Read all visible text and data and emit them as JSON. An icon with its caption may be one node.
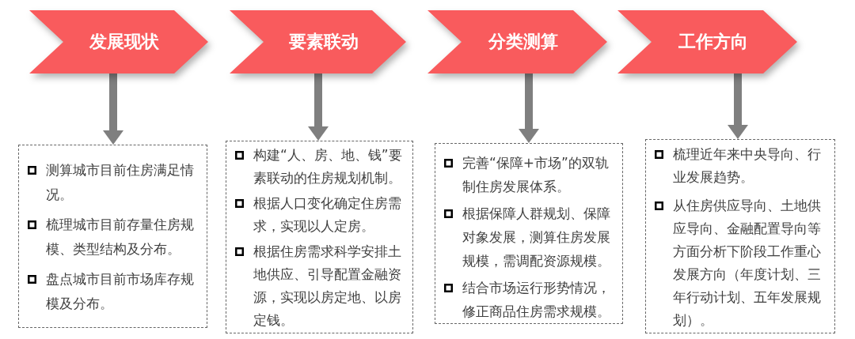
{
  "diagram": {
    "nodes": [
      {
        "text": [
          "发展现状"
        ]
      },
      {
        "text": [
          "要素联动"
        ]
      },
      {
        "text": [
          "分类测算"
        ]
      },
      {
        "text": [
          "工作方向"
        ]
      },
      {
        "text": [
          "测算城市目前住房满足情况。",
          "梳理城市目前存量住房规模、类型结构及分布。",
          "盘点城市目前市场库存规模及分布。"
        ]
      },
      {
        "text": [
          "构建“人、房、地、钱”要素联动的住房规划机制。",
          "根据人口变化确定住房需求，实现以人定房。",
          "根据住房需求科学安排土地供应、引导配置金融资源，实现以房定地、以房定钱。"
        ]
      },
      {
        "text": [
          "完善“保障+市场”的双轨制住房发展体系。",
          "根据保障人群规划、保障对象发展，测算住房发展规模，需调配资源规模。",
          "结合市场运行形势情况，修正商品住房需求规模。"
        ]
      },
      {
        "text": [
          "梳理近年来中央导向、行业发展趋势。",
          "从住房供应导向、土地供应导向、金融配置导向等方面分析下阶段工作重心发展方向（年度计划、三年行动计划、五年发展规划）。"
        ]
      }
    ],
    "edges": [
      {
        "from": 0,
        "to": 4,
        "arrow": "to"
      },
      {
        "from": 1,
        "to": 5,
        "arrow": "to"
      },
      {
        "from": 2,
        "to": 6,
        "arrow": "to"
      },
      {
        "from": 3,
        "to": 7,
        "arrow": "to"
      }
    ]
  }
}
